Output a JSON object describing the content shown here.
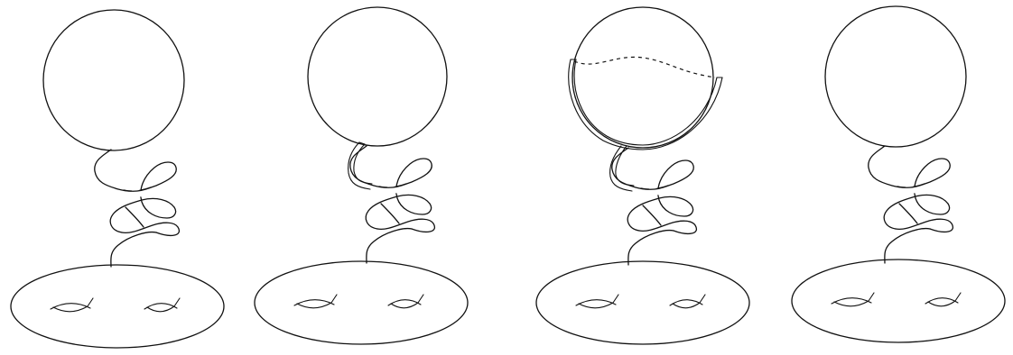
{
  "figure": {
    "panel_count": 4,
    "stroke_color": "#111111",
    "background_color": "#ffffff",
    "panels": [
      {
        "parts": [
          "sphere",
          "knotted-arc",
          "genus-two-surface"
        ],
        "band_along_arc": false,
        "band_over_sphere": false
      },
      {
        "parts": [
          "sphere",
          "knotted-arc",
          "genus-two-surface",
          "band"
        ],
        "band_along_arc": true,
        "band_over_sphere": false
      },
      {
        "parts": [
          "sphere",
          "knotted-arc",
          "genus-two-surface",
          "band",
          "dashed-curve"
        ],
        "band_along_arc": true,
        "band_over_sphere": true
      },
      {
        "parts": [
          "sphere",
          "knotted-arc",
          "genus-two-surface"
        ],
        "band_along_arc": false,
        "band_over_sphere": false
      }
    ]
  }
}
